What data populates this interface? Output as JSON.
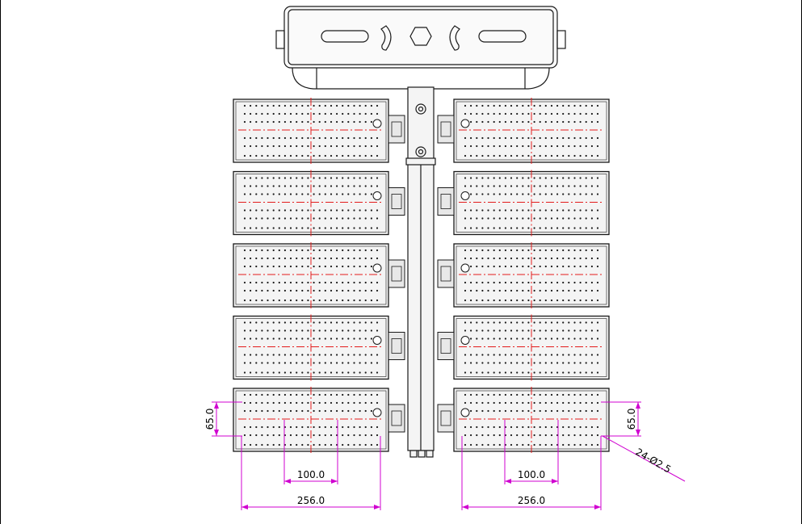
{
  "colors": {
    "line": "#1a1a1a",
    "centerline": "#e31b1b",
    "dimension": "#d000d0",
    "fill": "#f4f4f4"
  },
  "dimensions": {
    "height_left": "65.0",
    "height_right": "65.0",
    "spacing_left": "100.0",
    "spacing_right": "100.0",
    "width_left": "256.0",
    "width_right": "256.0",
    "hole_callout": "24-Ø2.5"
  },
  "modules": {
    "rows": 5,
    "columns": 2
  }
}
